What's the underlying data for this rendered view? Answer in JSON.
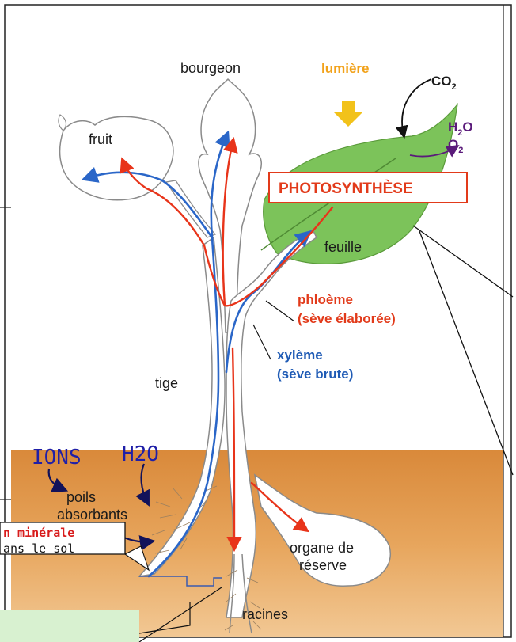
{
  "labels": {
    "bud": "bourgeon",
    "light": "lumière",
    "co2_main": "CO",
    "co2_sub": "2",
    "h2o_h": "H",
    "h2o_sub": "2",
    "h2o_o": "O",
    "o2_main": "O",
    "o2_sub": "2",
    "fruit": "fruit",
    "photosynthesis": "PHOTOSYNTHÈSE",
    "leaf": "feuille",
    "phloem": "phloème",
    "phloem_sap": "(sève élaborée)",
    "xylem": "xylème",
    "xylem_sap": "(sève brute)",
    "stem": "tige",
    "root_hairs_1": "poils",
    "root_hairs_2": "absorbants",
    "storage_1": "organe de",
    "storage_2": "réserve",
    "roots": "racines"
  },
  "handwritten": {
    "ions": "IONS",
    "water": "H2O"
  },
  "callout": {
    "title": "n minérale",
    "text": "ans le sol"
  },
  "colors": {
    "phloem": "#e8341a",
    "xylem": "#2a66c8",
    "leaf": "#7cc35a",
    "soil": "#e7a55c",
    "light": "#f2c21a",
    "outputs": "#5a1a7a"
  }
}
